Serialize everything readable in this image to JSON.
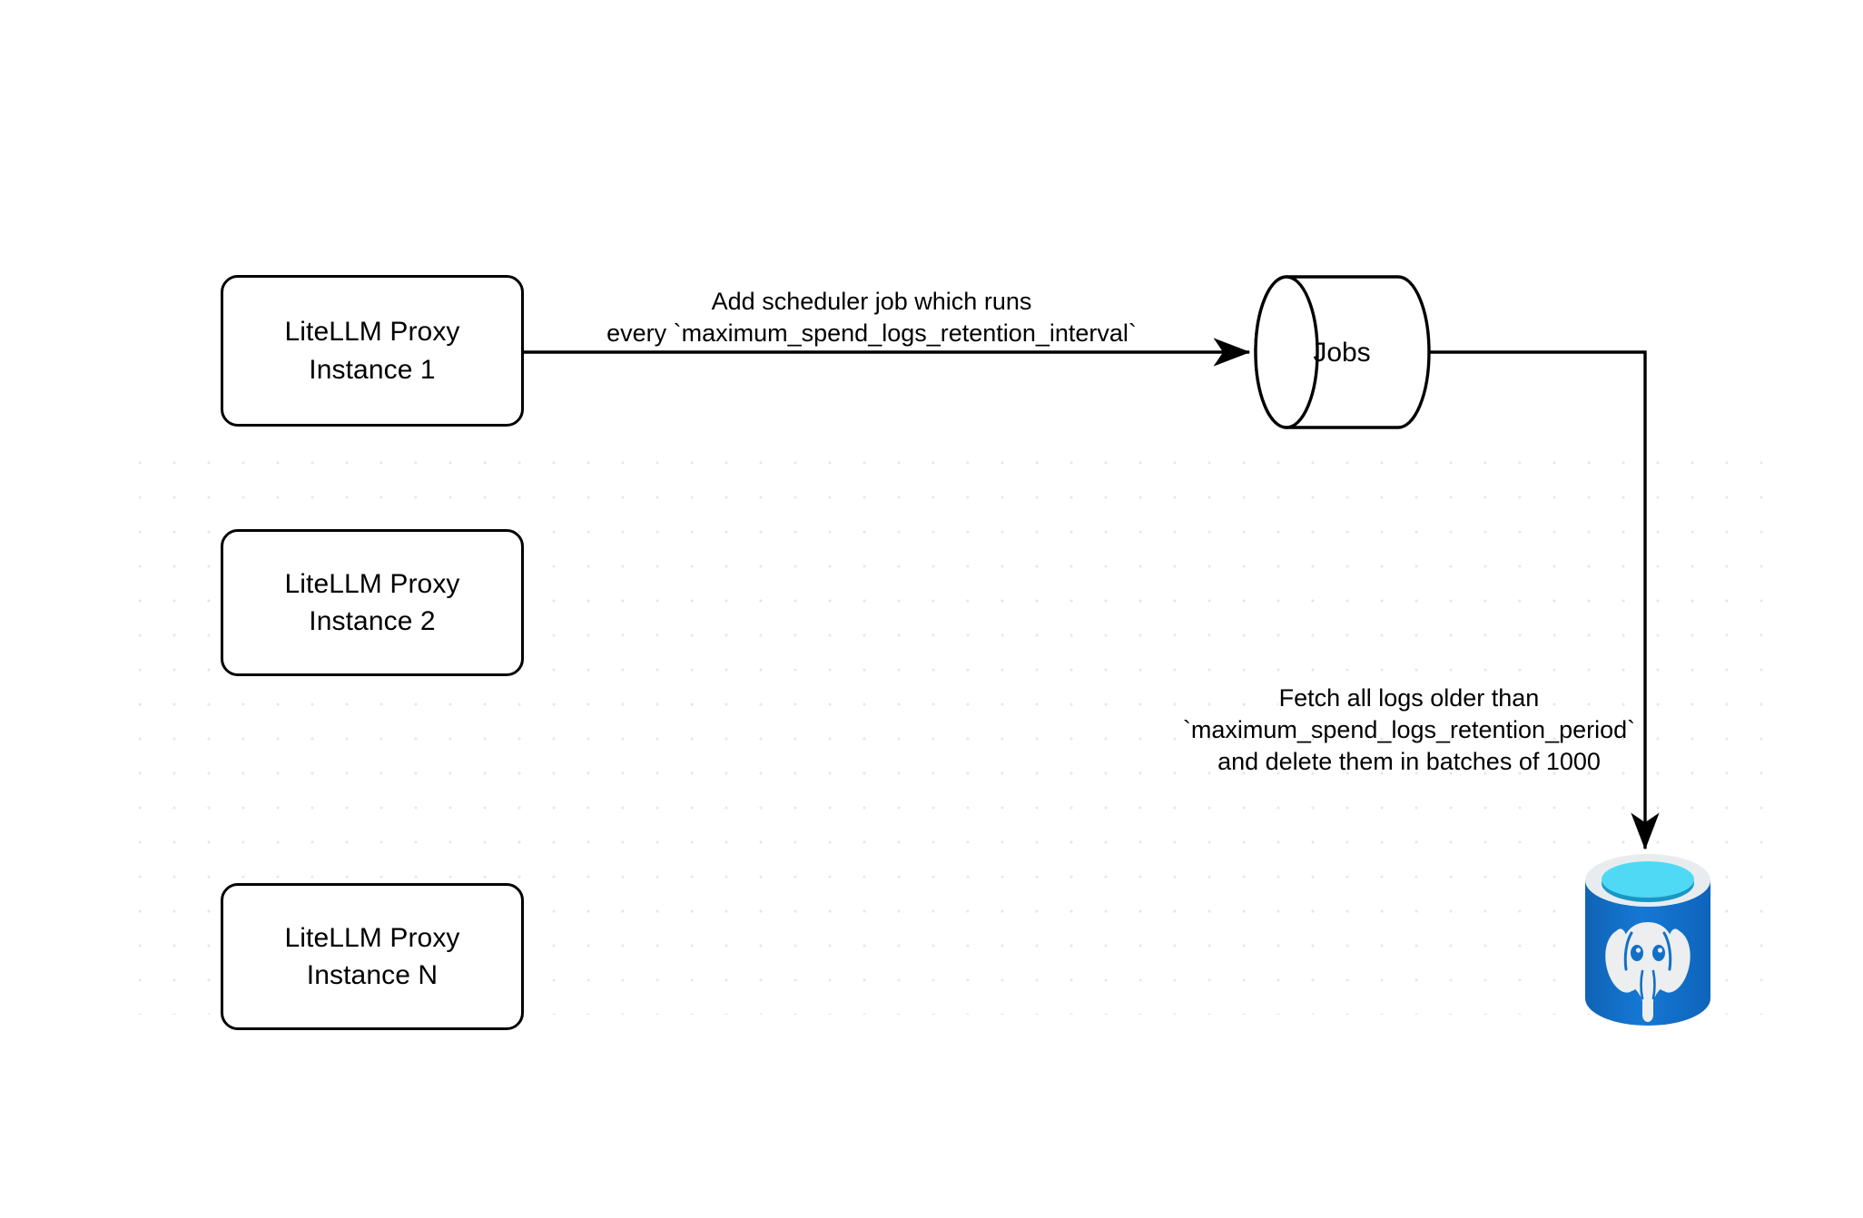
{
  "diagram": {
    "title": "LiteLLM spend logs retention scheduler flow",
    "background": "#ffffff",
    "grid_dot_color": "#e7e8e9",
    "stroke_color": "#000000",
    "nodes": [
      {
        "id": "instance-1",
        "line1": "LiteLLM Proxy",
        "line2": "Instance 1",
        "shape": "rounded-rect"
      },
      {
        "id": "instance-2",
        "line1": "LiteLLM Proxy",
        "line2": "Instance 2",
        "shape": "rounded-rect"
      },
      {
        "id": "instance-n",
        "line1": "LiteLLM Proxy",
        "line2": "Instance N",
        "shape": "rounded-rect"
      },
      {
        "id": "jobs",
        "label": "Jobs",
        "shape": "cylinder"
      },
      {
        "id": "postgres",
        "label": "",
        "shape": "database-cylinder-icon",
        "icon": "postgresql-elephant-icon"
      }
    ],
    "edges": [
      {
        "id": "edge-instance1-to-jobs",
        "from": "instance-1",
        "to": "jobs",
        "label_line1": "Add scheduler job which runs",
        "label_line2": "every `maximum_spend_logs_retention_interval`"
      },
      {
        "id": "edge-jobs-to-postgres",
        "from": "jobs",
        "to": "postgres",
        "label_line1": "Fetch all logs older than",
        "label_line2": "`maximum_spend_logs_retention_period`",
        "label_line3": "and delete them in batches of 1000"
      }
    ],
    "postgres_icon_colors": {
      "body": "#1270c9",
      "body_dark": "#0f63b5",
      "rim": "#e9ecee",
      "inner_top": "#4fd9f5",
      "inner_shadow": "#1897c4",
      "elephant": "#eceeef"
    }
  }
}
